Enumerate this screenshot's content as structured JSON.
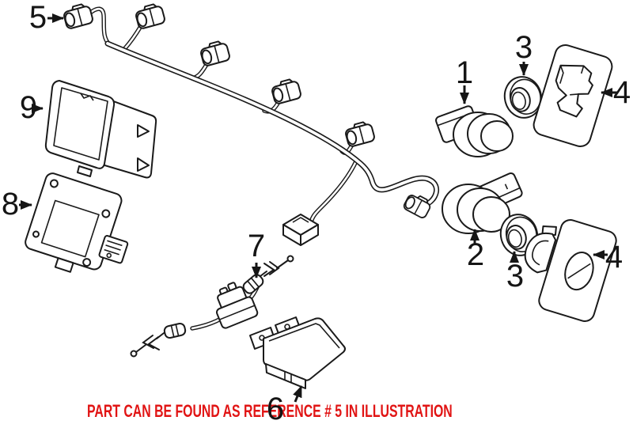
{
  "figure": {
    "type": "parts-diagram",
    "background": "#ffffff",
    "line_color": "#1a1a1a"
  },
  "callouts": {
    "c1": "1",
    "c2": "2",
    "c3": "3",
    "c4": "4",
    "c5": "5",
    "c6": "6",
    "c7": "7",
    "c8": "8",
    "c9": "9"
  },
  "note": {
    "text": "PART CAN BE FOUND AS REFERENCE # 5 IN ILLUSTRATION",
    "color": "#e11414"
  }
}
